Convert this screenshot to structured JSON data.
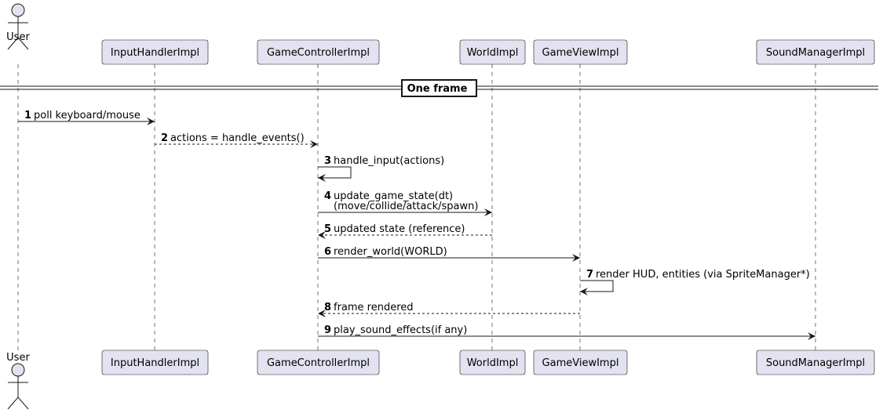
{
  "participants": [
    {
      "id": "user",
      "label": "User",
      "kind": "actor"
    },
    {
      "id": "input",
      "label": "InputHandlerImpl",
      "kind": "participant"
    },
    {
      "id": "controller",
      "label": "GameControllerImpl",
      "kind": "participant"
    },
    {
      "id": "world",
      "label": "WorldImpl",
      "kind": "participant"
    },
    {
      "id": "view",
      "label": "GameViewImpl",
      "kind": "participant"
    },
    {
      "id": "sound",
      "label": "SoundManagerImpl",
      "kind": "participant"
    }
  ],
  "divider": {
    "label": "One frame"
  },
  "messages": [
    {
      "num": "1",
      "from": "user",
      "to": "input",
      "style": "solid",
      "lines": [
        "poll keyboard/mouse"
      ]
    },
    {
      "num": "2",
      "from": "input",
      "to": "controller",
      "style": "dashed",
      "lines": [
        "actions = handle_events()"
      ]
    },
    {
      "num": "3",
      "from": "controller",
      "to": "controller",
      "style": "solid",
      "lines": [
        "handle_input(actions)"
      ]
    },
    {
      "num": "4",
      "from": "controller",
      "to": "world",
      "style": "solid",
      "lines": [
        "update_game_state(dt)",
        "(move/collide/attack/spawn)"
      ]
    },
    {
      "num": "5",
      "from": "world",
      "to": "controller",
      "style": "dashed",
      "lines": [
        "updated state (reference)"
      ]
    },
    {
      "num": "6",
      "from": "controller",
      "to": "view",
      "style": "solid",
      "lines": [
        "render_world(WORLD)"
      ]
    },
    {
      "num": "7",
      "from": "view",
      "to": "view",
      "style": "solid",
      "lines": [
        "render HUD, entities (via SpriteManager*)"
      ]
    },
    {
      "num": "8",
      "from": "view",
      "to": "controller",
      "style": "dashed",
      "lines": [
        "frame rendered"
      ]
    },
    {
      "num": "9",
      "from": "controller",
      "to": "sound",
      "style": "solid",
      "lines": [
        "play_sound_effects(if any)"
      ]
    }
  ],
  "colors": {
    "box_fill": "#E2E2F0",
    "box_stroke": "#181818",
    "line": "#181818",
    "lifeline": "#181818",
    "background": "#FFFFFF"
  }
}
